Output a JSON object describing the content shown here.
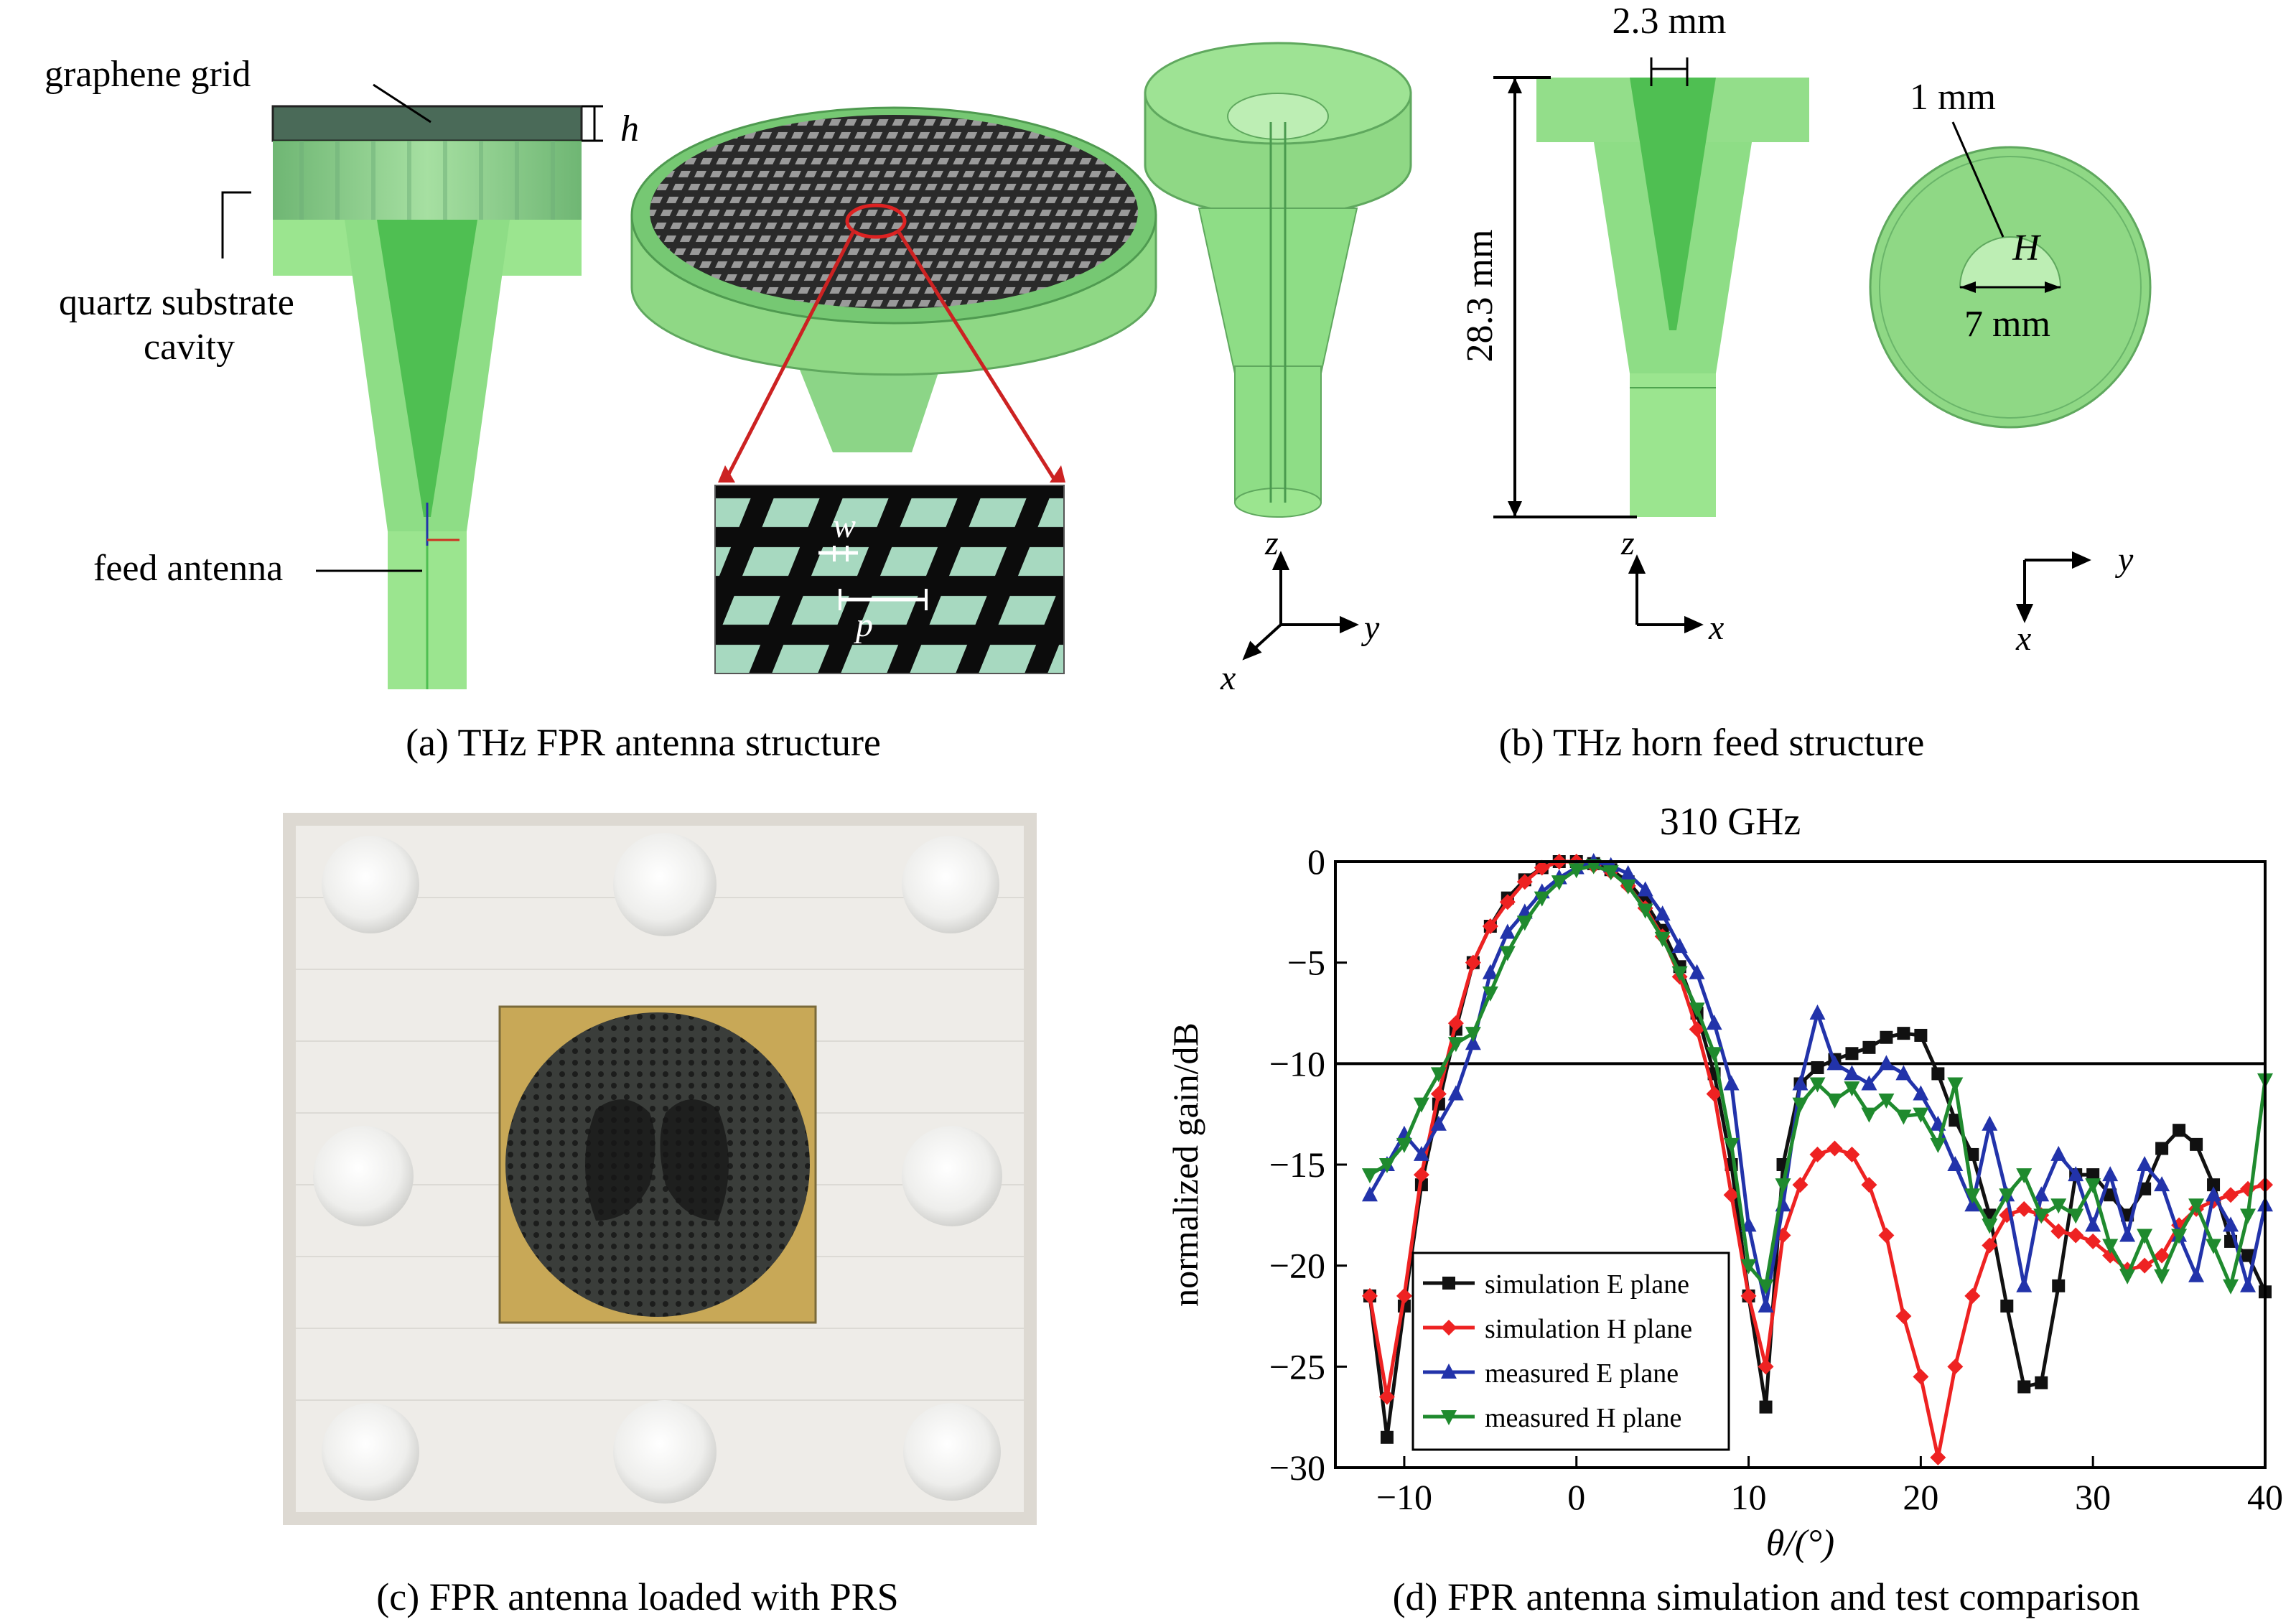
{
  "panel_a": {
    "label_graphene_grid": "graphene grid",
    "label_h": "h",
    "label_quartz_1": "quartz substrate",
    "label_quartz_2": "cavity",
    "label_feed_antenna": "feed antenna",
    "label_w": "w",
    "label_p": "p",
    "caption": "(a) THz FPR antenna structure"
  },
  "panel_b": {
    "dim_top": "2.3 mm",
    "dim_height": "28.3 mm",
    "dim_aperture": "1 mm",
    "label_H": "H",
    "dim_7mm": "7 mm",
    "axes1": {
      "z": "z",
      "y": "y",
      "x": "x"
    },
    "axes2": {
      "z": "z",
      "x": "x"
    },
    "axes3": {
      "y": "y",
      "x": "x"
    },
    "caption": "(b) THz horn feed structure"
  },
  "panel_c": {
    "caption": "(c) FPR antenna loaded with PRS"
  },
  "panel_d": {
    "caption": "(d) FPR antenna simulation and test comparison"
  },
  "colors": {
    "green_body": "#7be07a",
    "green_dark": "#3fb33f",
    "black": "#111111",
    "red": "#ee2222",
    "blue": "#2233aa",
    "green_line": "#1f8a2e"
  },
  "chart_data": {
    "type": "line",
    "title": "310 GHz",
    "xlabel": "θ/(°)",
    "ylabel": "normalized gain/dB",
    "xlim": [
      -14,
      40
    ],
    "ylim": [
      -30,
      0
    ],
    "xticks": [
      -10,
      0,
      10,
      20,
      30,
      40
    ],
    "yticks": [
      0,
      -5,
      -10,
      -15,
      -20,
      -25,
      -30
    ],
    "reference_line_y": -10,
    "legend_position": "bottom-left",
    "series": [
      {
        "name": "simulation E plane",
        "color": "#111111",
        "marker": "square",
        "x": [
          -12,
          -11,
          -10,
          -9,
          -8,
          -7,
          -6,
          -5,
          -4,
          -3,
          -2,
          -1,
          0,
          1,
          2,
          3,
          4,
          5,
          6,
          7,
          8,
          9,
          10,
          11,
          12,
          13,
          14,
          15,
          16,
          17,
          18,
          19,
          20,
          21,
          22,
          23,
          24,
          25,
          26,
          27,
          28,
          29,
          30,
          31,
          32,
          33,
          34,
          35,
          36,
          37,
          38,
          39,
          40
        ],
        "y": [
          -21.5,
          -28.5,
          -22,
          -16,
          -12,
          -8.3,
          -5,
          -3.2,
          -1.8,
          -0.9,
          -0.3,
          0,
          0,
          -0.1,
          -0.4,
          -1.0,
          -2.0,
          -3.4,
          -5.2,
          -7.5,
          -10.5,
          -15,
          -21.5,
          -27,
          -15,
          -11,
          -10.2,
          -9.8,
          -9.5,
          -9.2,
          -8.7,
          -8.5,
          -8.6,
          -10.5,
          -12.8,
          -14.5,
          -17.5,
          -22,
          -26,
          -25.8,
          -21,
          -15.5,
          -15.5,
          -16.5,
          -17.5,
          -16.2,
          -14.2,
          -13.3,
          -14,
          -16,
          -18.8,
          -19.5,
          -21.3
        ]
      },
      {
        "name": "simulation H plane",
        "color": "#ee2222",
        "marker": "diamond",
        "x": [
          -12,
          -11,
          -10,
          -9,
          -8,
          -7,
          -6,
          -5,
          -4,
          -3,
          -2,
          -1,
          0,
          1,
          2,
          3,
          4,
          5,
          6,
          7,
          8,
          9,
          10,
          11,
          12,
          13,
          14,
          15,
          16,
          17,
          18,
          19,
          20,
          21,
          22,
          23,
          24,
          25,
          26,
          27,
          28,
          29,
          30,
          31,
          32,
          33,
          34,
          35,
          36,
          37,
          38,
          39,
          40
        ],
        "y": [
          -21.5,
          -26.5,
          -21.5,
          -15.5,
          -11.5,
          -8,
          -5,
          -3.2,
          -2,
          -1,
          -0.3,
          0,
          0,
          -0.2,
          -0.5,
          -1.2,
          -2.3,
          -3.7,
          -5.7,
          -8.3,
          -11.5,
          -16.5,
          -21.5,
          -25,
          -18.5,
          -16,
          -14.5,
          -14.2,
          -14.5,
          -16,
          -18.5,
          -22.5,
          -25.5,
          -29.5,
          -25,
          -21.5,
          -19,
          -17.5,
          -17.2,
          -17.5,
          -18.3,
          -18.5,
          -18.8,
          -19.5,
          -20.2,
          -20,
          -19.5,
          -18,
          -17.2,
          -16.8,
          -16.5,
          -16.2,
          -16
        ]
      },
      {
        "name": "measured E plane",
        "color": "#2233aa",
        "marker": "triangle-up",
        "x": [
          -12,
          -11,
          -10,
          -9,
          -8,
          -7,
          -6,
          -5,
          -4,
          -3,
          -2,
          -1,
          0,
          1,
          2,
          3,
          4,
          5,
          6,
          7,
          8,
          9,
          10,
          11,
          12,
          13,
          14,
          15,
          16,
          17,
          18,
          19,
          20,
          21,
          22,
          23,
          24,
          25,
          26,
          27,
          28,
          29,
          30,
          31,
          32,
          33,
          34,
          35,
          36,
          37,
          38,
          39,
          40
        ],
        "y": [
          -16.5,
          -15,
          -13.5,
          -14.5,
          -13,
          -11.5,
          -9,
          -5.5,
          -3.5,
          -2.5,
          -1.5,
          -0.8,
          -0.3,
          0,
          -0.2,
          -0.6,
          -1.4,
          -2.6,
          -4.2,
          -5.5,
          -8,
          -11,
          -18,
          -22,
          -17,
          -11,
          -7.5,
          -10,
          -10.5,
          -11,
          -10,
          -10.5,
          -11.5,
          -13,
          -15,
          -17,
          -13,
          -16.5,
          -21,
          -16.5,
          -14.5,
          -15.5,
          -18,
          -15.5,
          -18.5,
          -15,
          -16,
          -18.5,
          -20.5,
          -16.5,
          -18,
          -21,
          -17
        ]
      },
      {
        "name": "measured H plane",
        "color": "#1f8a2e",
        "marker": "triangle-down",
        "x": [
          -12,
          -11,
          -10,
          -9,
          -8,
          -7,
          -6,
          -5,
          -4,
          -3,
          -2,
          -1,
          0,
          1,
          2,
          3,
          4,
          5,
          6,
          7,
          8,
          9,
          10,
          11,
          12,
          13,
          14,
          15,
          16,
          17,
          18,
          19,
          20,
          21,
          22,
          23,
          24,
          25,
          26,
          27,
          28,
          29,
          30,
          31,
          32,
          33,
          34,
          35,
          36,
          37,
          38,
          39,
          40
        ],
        "y": [
          -15.5,
          -15,
          -14,
          -12,
          -10.5,
          -9,
          -8.5,
          -6.5,
          -4.5,
          -3,
          -1.8,
          -1,
          -0.4,
          -0.2,
          -0.5,
          -1.2,
          -2.4,
          -3.8,
          -5.5,
          -7.3,
          -9.5,
          -14,
          -20,
          -21,
          -16,
          -12,
          -11,
          -11.8,
          -11.2,
          -12.5,
          -11.8,
          -12.6,
          -12.5,
          -14,
          -11,
          -16.5,
          -18,
          -16.5,
          -15.5,
          -17.5,
          -17,
          -17.5,
          -16,
          -19,
          -20.5,
          -18.5,
          -20.5,
          -18.5,
          -17,
          -19,
          -21,
          -17.5,
          -10.8
        ]
      }
    ]
  }
}
